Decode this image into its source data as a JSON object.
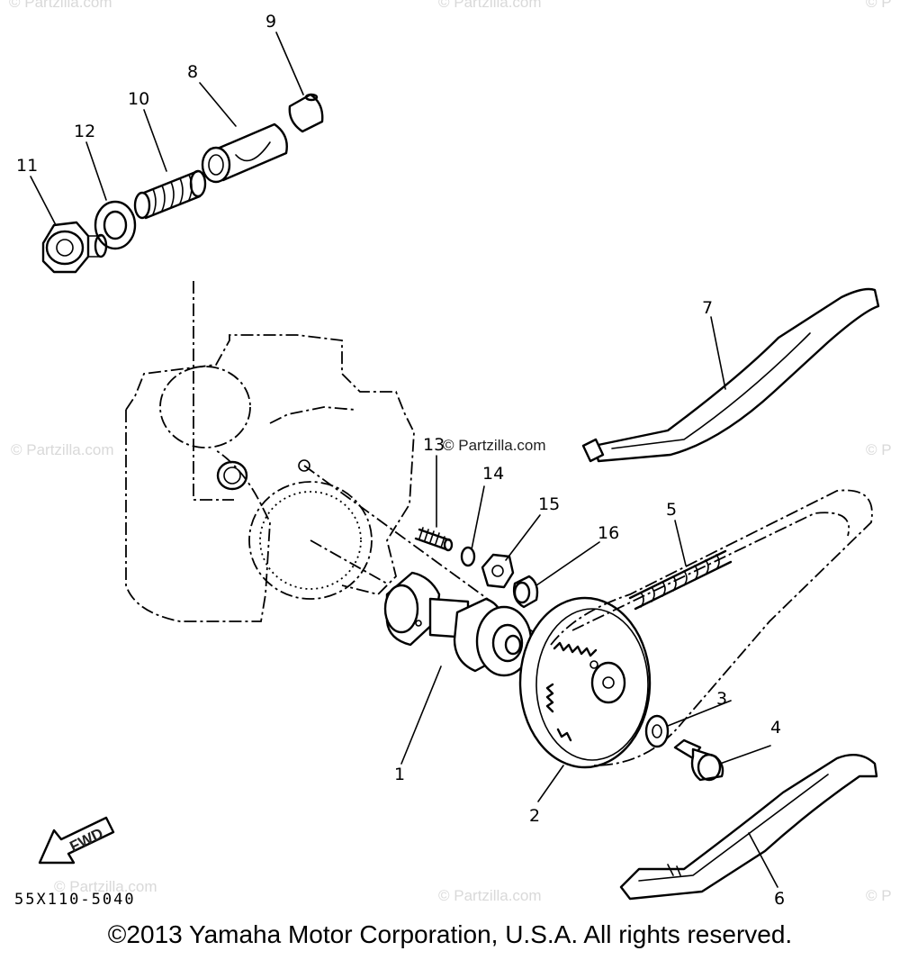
{
  "callouts": {
    "c1": "1",
    "c2": "2",
    "c3": "3",
    "c4": "4",
    "c5": "5",
    "c6": "6",
    "c7": "7",
    "c8": "8",
    "c9": "9",
    "c10": "10",
    "c11": "11",
    "c12": "12",
    "c13": "13",
    "c14": "14",
    "c15": "15",
    "c16": "16"
  },
  "watermarks": {
    "main": "© Partzilla.com",
    "faint": "© Partzilla.com",
    "edge": "© P"
  },
  "fwd_label": "FWD",
  "diagram_code": "55X110-5040",
  "copyright": "©2013 Yamaha Motor Corporation, U.S.A. All rights reserved."
}
